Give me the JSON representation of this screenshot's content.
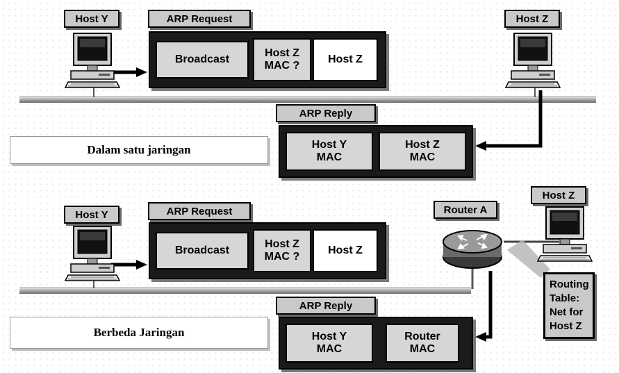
{
  "top": {
    "host_y": "Host Y",
    "host_z": "Host Z",
    "request": {
      "title": "ARP Request",
      "broadcast": "Broadcast",
      "query_line1": "Host Z",
      "query_line2": "MAC ?",
      "target": "Host Z"
    },
    "reply": {
      "title": "ARP Reply",
      "dest_line1": "Host Y",
      "dest_line2": "MAC",
      "src_line1": "Host Z",
      "src_line2": "MAC"
    },
    "caption": "Dalam satu jaringan"
  },
  "bottom": {
    "host_y": "Host Y",
    "host_z": "Host Z",
    "router": "Router A",
    "request": {
      "title": "ARP Request",
      "broadcast": "Broadcast",
      "query_line1": "Host Z",
      "query_line2": "MAC ?",
      "target": "Host Z"
    },
    "reply": {
      "title": "ARP Reply",
      "dest_line1": "Host Y",
      "dest_line2": "MAC",
      "src_line1": "Router",
      "src_line2": "MAC"
    },
    "routing_table": {
      "line1": "Routing",
      "line2": "Table:",
      "line3": "Net for",
      "line4": "Host Z"
    },
    "caption": "Berbeda Jaringan"
  },
  "icons": [
    "computer-icon",
    "router-icon",
    "arrow-icon"
  ]
}
